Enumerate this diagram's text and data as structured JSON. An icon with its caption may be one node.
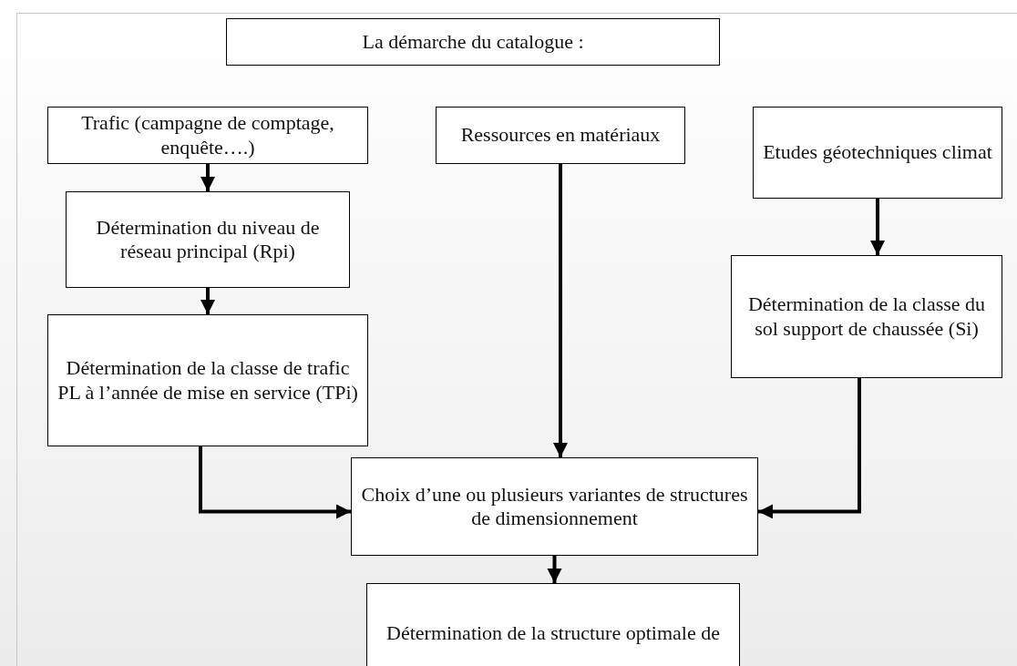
{
  "diagram": {
    "nodes": [
      {
        "text": [
          "La démarche du catalogue :"
        ]
      },
      {
        "text": [
          "Trafic (campagne de comptage, enquête….)"
        ]
      },
      {
        "text": [
          "Ressources en matériaux"
        ]
      },
      {
        "text": [
          "Etudes géotechniques climat"
        ]
      },
      {
        "text": [
          "Détermination du niveau de réseau principal (Rpi)"
        ]
      },
      {
        "text": [
          "Détermination de la classe de trafic PL à l’année de mise en service (TPi)"
        ]
      },
      {
        "text": [
          "Détermination de la classe du sol support de chaussée (Si)"
        ]
      },
      {
        "text": [
          "Choix d’une ou plusieurs variantes de structures de dimensionnement"
        ]
      },
      {
        "text": [
          "Détermination de la structure optimale de"
        ]
      }
    ],
    "edges": [
      {
        "from": 1,
        "to": 4,
        "arrow": "to"
      },
      {
        "from": 4,
        "to": 5,
        "arrow": "to"
      },
      {
        "from": 2,
        "to": 7,
        "arrow": "to"
      },
      {
        "from": 3,
        "to": 6,
        "arrow": "to"
      },
      {
        "from": 5,
        "to": 7,
        "arrow": "to"
      },
      {
        "from": 6,
        "to": 7,
        "arrow": "to"
      },
      {
        "from": 7,
        "to": 8,
        "arrow": "to"
      }
    ]
  }
}
